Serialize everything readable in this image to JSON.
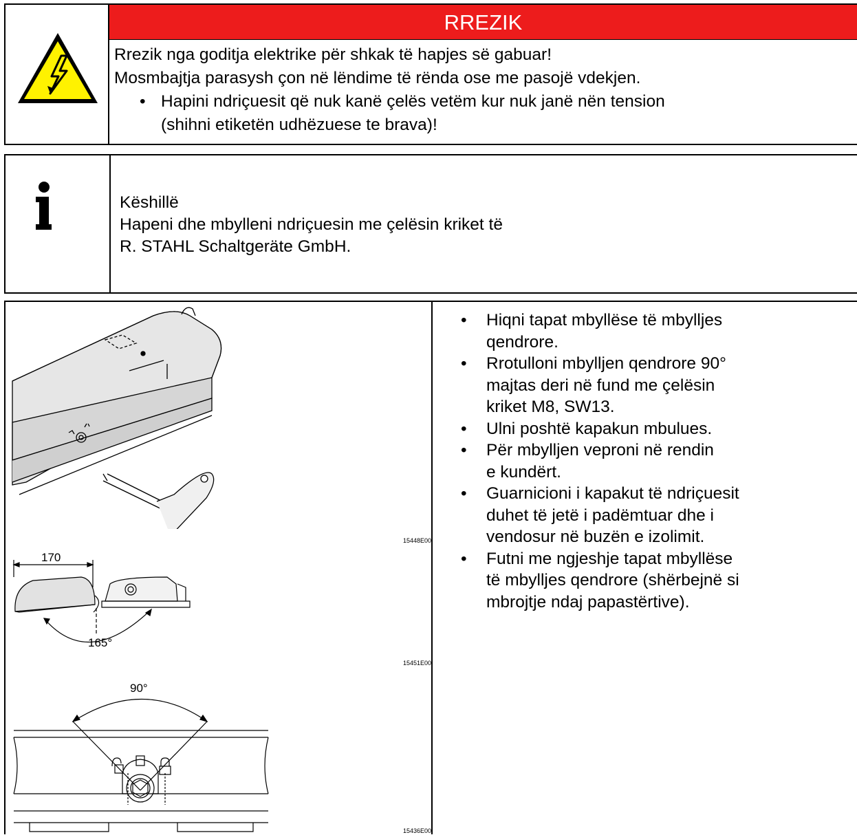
{
  "danger": {
    "header": "RREZIK",
    "icon": "electric-hazard-warning-icon",
    "lines": [
      "Rrezik nga goditja elektrike për shkak të hapjes së gabuar!",
      "Mosmbajtja parasysh çon në lëndime të rënda ose me pasojë vdekjen."
    ],
    "bullet": [
      "Hapini ndriçuesit që nuk kanë çelës vetëm kur nuk janë nën tension",
      "(shihni etiketën udhëzuese te brava)!"
    ],
    "colors": {
      "header_bg": "#ed1c1c",
      "triangle": "#fff200"
    }
  },
  "note": {
    "icon": "info-icon",
    "title": "Këshillë",
    "lines": [
      "Hapeni dhe mbylleni ndriçuesin me çelësin kriket të",
      "R. STAHL Schaltgeräte GmbH."
    ]
  },
  "procedure": {
    "bullet_symbol": "•",
    "steps": [
      [
        "Hiqni tapat mbyllëse të mbylljes",
        "qendrore."
      ],
      [
        "Rrotulloni mbylljen qendrore 90°",
        "majtas deri në fund me çelësin",
        "kriket M8, SW13."
      ],
      [
        "Ulni poshtë kapakun mbulues."
      ],
      [
        "Për mbylljen veproni në rendin",
        "e kundërt."
      ],
      [
        "Guarnicioni i kapakut të ndriçuesit",
        "duhet të jetë i padëmtuar dhe i",
        "vendosur në buzën e izolimit."
      ],
      [
        "Futni me ngjeshje tapat mbyllëse",
        "të mbylljes qendrore (shërbejnë si",
        "mbrojtje ndaj papastërtive)."
      ]
    ],
    "figures": {
      "fig1_code": "15448E00",
      "fig2_code": "15451E00",
      "fig2_dim": "170",
      "fig2_angle": "165°",
      "fig3_code": "15436E00",
      "fig3_angle": "90°"
    }
  }
}
